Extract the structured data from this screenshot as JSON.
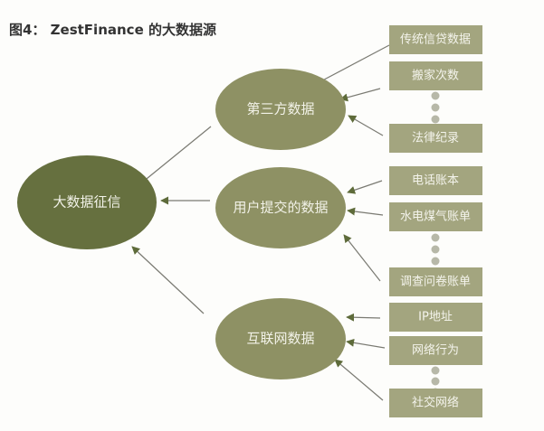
{
  "title": "图4： ZestFinance 的大数据源",
  "center": "大数据征信",
  "groups": [
    {
      "label": "第三方数据",
      "items": [
        "传统信贷数据",
        "搬家次数",
        "法律纪录"
      ]
    },
    {
      "label": "用户提交的数据",
      "items": [
        "电话账本",
        "水电煤气账单",
        "调查问卷账单"
      ]
    },
    {
      "label": "互联网数据",
      "items": [
        "IP地址",
        "网络行为",
        "社交网络"
      ]
    }
  ],
  "colors": {
    "center": "#66703f",
    "group": "#8e9164",
    "box": "#a3a57f",
    "arrow": "#5e6b3a"
  }
}
